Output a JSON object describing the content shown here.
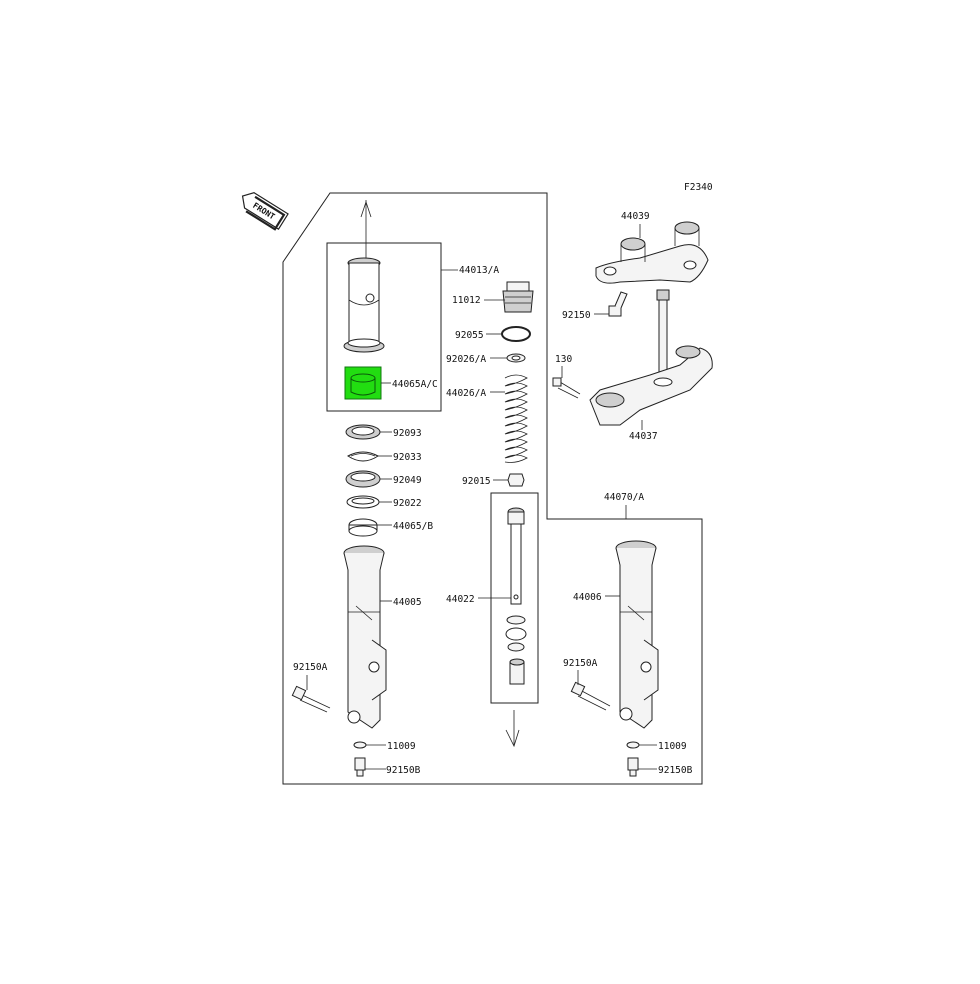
{
  "figure_code": "F2340",
  "front_marker": "FRONT",
  "highlight_color": "#22dd11",
  "labels": {
    "p44013A": "44013/A",
    "p11012": "11012",
    "p92055": "92055",
    "p92026A": "92026/A",
    "p44065AC": "44065A/C",
    "p44026A": "44026/A",
    "p92093": "92093",
    "p92033": "92033",
    "p92049": "92049",
    "p92022": "92022",
    "p44065B": "44065/B",
    "p92015": "92015",
    "p44005": "44005",
    "p44022": "44022",
    "p92150A_left": "92150A",
    "p11009_left": "11009",
    "p92150B_left": "92150B",
    "p44039": "44039",
    "p92150": "92150",
    "p130": "130",
    "p44037": "44037",
    "p44070A": "44070/A",
    "p44006": "44006",
    "p92150A_right": "92150A",
    "p11009_right": "11009",
    "p92150B_right": "92150B"
  }
}
